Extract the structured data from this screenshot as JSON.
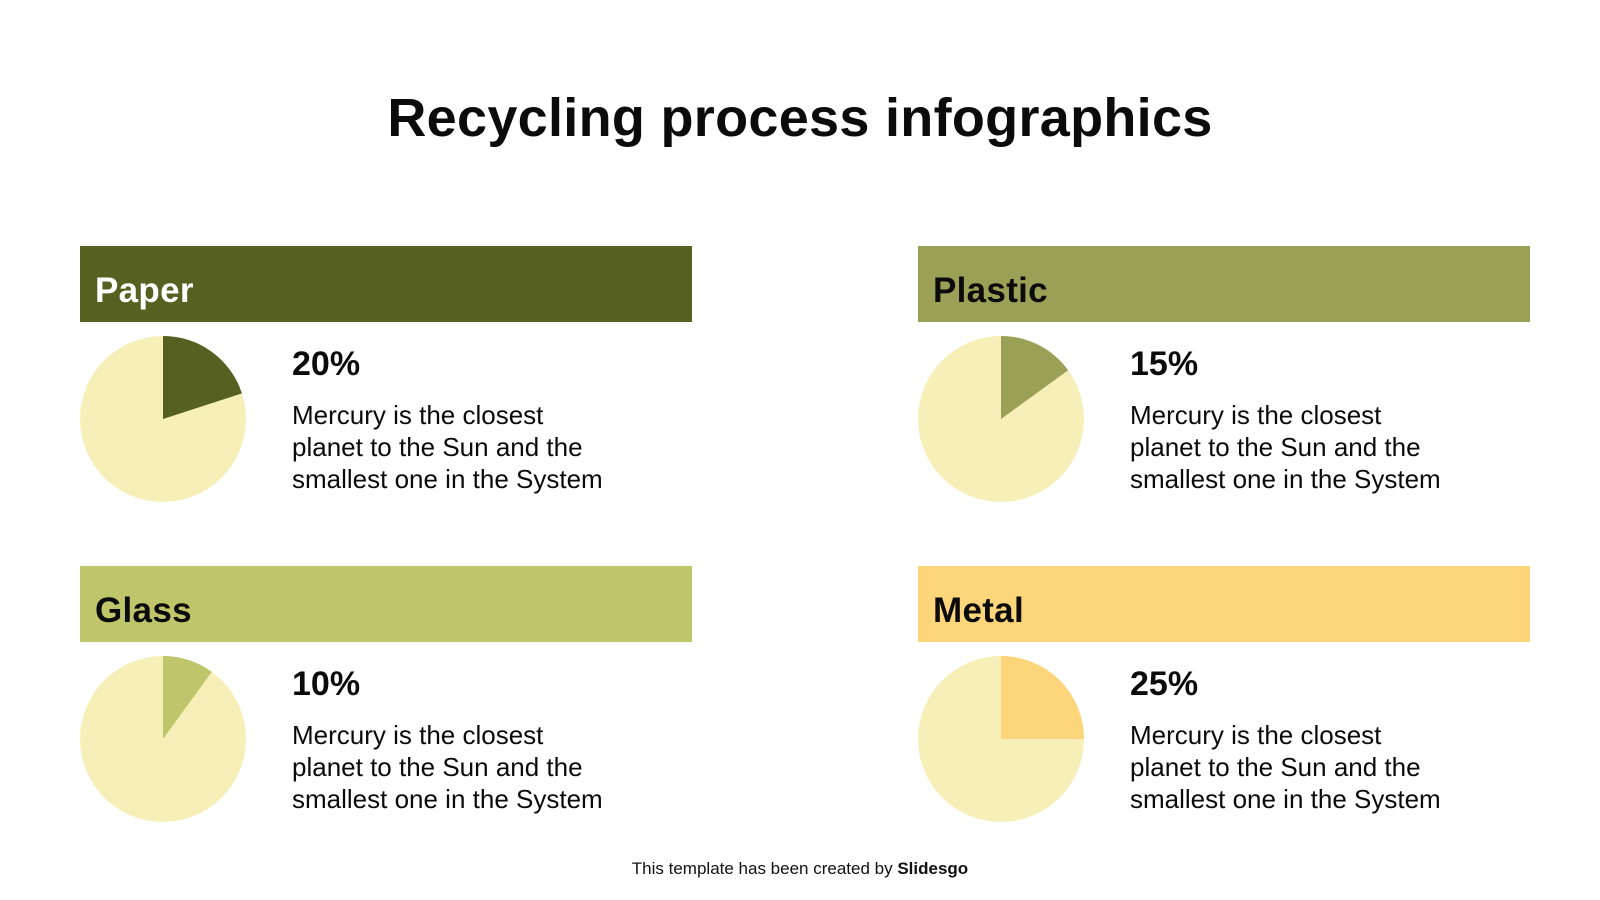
{
  "title": "Recycling process infographics",
  "footer": {
    "prefix": "This template has been created by",
    "brand": "Slidesgo"
  },
  "colors": {
    "pie_base": "#f6efb8",
    "text": "#0b0b0b"
  },
  "chart_data": [
    {
      "type": "pie",
      "category": "Paper",
      "value": 20,
      "value_label": "20%",
      "description": "Mercury is the closest\nplanet to the Sun and the\nsmallest one in the System",
      "color": "#556021",
      "label_color": "#ffffff"
    },
    {
      "type": "pie",
      "category": "Plastic",
      "value": 15,
      "value_label": "15%",
      "description": "Mercury is the closest\nplanet to the Sun and the\nsmallest one in the System",
      "color": "#9ba057",
      "label_color": "#0b0b0b"
    },
    {
      "type": "pie",
      "category": "Glass",
      "value": 10,
      "value_label": "10%",
      "description": "Mercury is the closest\nplanet to the Sun and the\nsmallest one in the System",
      "color": "#bec56a",
      "label_color": "#0b0b0b"
    },
    {
      "type": "pie",
      "category": "Metal",
      "value": 25,
      "value_label": "25%",
      "description": "Mercury is the closest\nplanet to the Sun and the\nsmallest one in the System",
      "color": "#fdd57a",
      "label_color": "#0b0b0b"
    }
  ]
}
